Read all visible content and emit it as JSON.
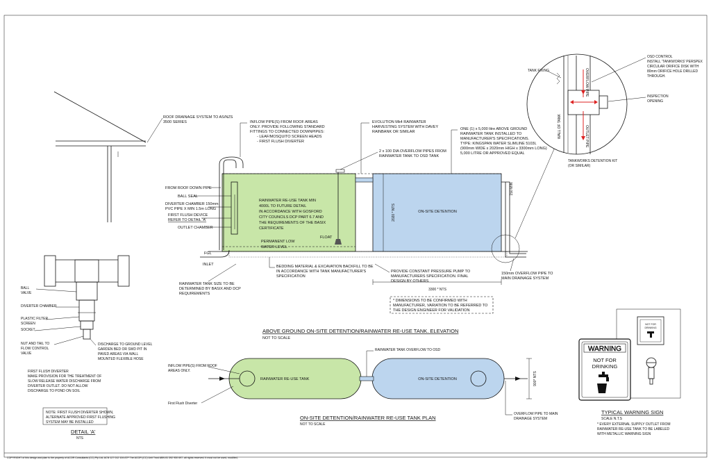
{
  "notes": {
    "roof_drainage": [
      "ROOF DRAINAGE SYSTEM TO AS/NZS",
      "3500 SERIES"
    ],
    "inflow_pipes": [
      "INFLOW PIPE(S) FROM ROOF AREAS",
      "ONLY. PROVIDE FOLLOWING STANDARD",
      "FITTINGS TO CONNECTED DOWNPIPES:",
      "-    LEAF/MOSQUITO SCREEN HEADS",
      "-    FIRST FLUSH DIVERTER"
    ],
    "evolution": [
      "EVOLUTION Mk4 RAINWATER",
      "HARVESTING SYSTEM WITH DAVEY",
      "RAINBANK OR SIMILAR"
    ],
    "overflow_pipes": [
      "2 x 100 DIA OVERFLOW PIPES FROM",
      "RAINWATER TANK TO OSD TANK"
    ],
    "tank_spec": [
      "ONE (1) x 5,000 litre ABOVE GROUND",
      "RAINWATER TANK INSTALLED TO",
      "MANUFACTURER'S SPECIFICATIONS.",
      "TYPE: KINGSPAN WATER SLIMLINE 5103L",
      "(900mm WIDE x 2020mm HIGH x 3300mm LONG)",
      "5,000 LITRE OR APPROVED EQUAL"
    ],
    "osd_control": [
      "OSD CONTROL",
      "INSTALL 'TANKWORKS' PERSPEX",
      "CIRCULAR ORIFICE DISK WITH",
      "80mm ORIFICE HOLE DRILLED",
      "THROUGH."
    ],
    "tank_fixing": "TANK FIXING",
    "overflow_pipe_detail": "OVERFLOW PIPE",
    "wall_of_tank": "WALL OF TANK",
    "outlet_pipe": "OUTLET PIPE",
    "inspection_opening": [
      "INSPECTION",
      "OPENING"
    ],
    "tankworks_kit": [
      "TANKWORKS DETENTION KIT",
      "(OR SIMILAR)"
    ],
    "from_roof_downpipe": "FROM ROOF DOWN PIPE",
    "ball_seal": "BALL SEAL",
    "diverter_chamber": [
      "DIVERTER CHAMBER 150mm",
      "PVC PIPE X MIN 1.5m LONG"
    ],
    "first_flush_device": [
      "FIRST FLUSH DEVICE",
      "REFER TO DETAIL 'A'"
    ],
    "outlet_chamber": "OUTLET CHAMBER",
    "fgl": "FGL",
    "inlet": "INLET",
    "reuse_tank_text": [
      "RAINWATER RE-USE TANK MIN",
      "4000L TO FUTURE DETAIL",
      "IN ACCORDANCE WITH GOSFORD",
      "CITY COUNCILS DCP PART 6.7 AND",
      "THE REQUIREMENTS OF THE BASIX",
      "CERTIFICATE"
    ],
    "permanent_low": [
      "PERMANENT LOW",
      "WATER LEVEL"
    ],
    "float": "FLOAT",
    "onsite_detention": "ON-SITE DETENTION",
    "height_dim": "2020 * NTS",
    "right_dim": "150 MIN",
    "length_dim": "3300 * NTS",
    "bedding": [
      "BEDDING MATERIAL & EXCAVATION BACKFILL TO BE",
      "IN ACCORDANCE WITH TANK MANUFACTURER'S",
      "SPECIFICATION"
    ],
    "pressure_pump": [
      "PROVIDE CONSTANT PRESSURE PUMP TO",
      "MANUFACTURERS SPECIFICATION. FINAL",
      "DESIGN BY OTHERS"
    ],
    "overflow_main_elev": [
      "150mm OVERFLOW PIPE TO",
      "MAIN DRAINAGE SYSTEM"
    ],
    "tank_size": [
      "RAINWATER TANK SIZE TO BE",
      "DETERMINED BY BASIX AND DCP",
      "REQUIREMENTS"
    ],
    "dimensions_note": [
      "* DIMENSIONS TO BE CONFIRMED WITH",
      "MANUFACTURER, VARIATION TO BE REFERRED TO",
      "THE DESIGN ENGINEER FOR VALIDATION"
    ],
    "ball_valve": [
      "BALL",
      "VALVE"
    ],
    "diverter_chamber_a": "DIVERTER CHAMBER",
    "plastic_filter": [
      "PLASTIC FILTER",
      "SCREEN"
    ],
    "socket": "SOCKET",
    "nut_tail": [
      "NUT AND TAIL TO",
      "FLOW CONTROL",
      "VALVE"
    ],
    "discharge": [
      "DISCHARGE TO GROUND LEVEL",
      "GARDEN BED OR SWD PIT IN",
      "PAVED AREAS VIA WALL",
      "MOUNTED FLEXIBLE HOSE"
    ],
    "first_flush_diverter_note": [
      "FIRST FLUSH DIVERTER",
      "MAKE PROVISION FOR THE TREATMENT OF",
      "SLOW RELEASE WATER DISCHARGE FROM",
      "DIVERTER OUTLET. DO NOT ALLOW",
      "DISCHARGE TO POND ON SOIL"
    ],
    "note_box": [
      "NOTE: FIRST FLUSH DIVERTER SHOWN,",
      "ALTERNATE APPROVED FIRST FLUSHING",
      "SYSTEM MAY BE INSTALLED"
    ],
    "inflow_plan": [
      "INFLOW PIPE(S) FROM ROOF",
      "AREAS ONLY."
    ],
    "first_flush_plan": "First Flush Diverter",
    "reuse_tank_plan": "RAINWATER RE-USE TANK",
    "overflow_to_osd": "RAINWATER TANK OVERFLOW TO OSD",
    "plan_dim": "900* NTS",
    "overflow_main_plan": [
      "OVERFLOW PIPE TO MAIN",
      "DRAINAGE SYSTEM"
    ],
    "warning_title": "WARNING",
    "not_for_drinking": [
      "NOT FOR",
      "DRINKING"
    ],
    "sign_small_text": [
      "NOT FOR",
      "DRINKING"
    ],
    "warning_sign_note": [
      "* EVERY EXTERNAL SUPPLY OUTLET FROM",
      "RAINWATER RE-USE TANK TO BE LABELED",
      "WITH METALLIC WARNING SIGN"
    ]
  },
  "titles": {
    "elevation": "ABOVE GROUND ON-SITE DETENTION/RAINWATER RE-USE TANK. ELEVATION",
    "elevation_scale": "NOT TO SCALE",
    "plan": "ON-SITE DETENTION/RAINWATER RE-USE TANK PLAN",
    "plan_scale": "NOT TO SCALE",
    "detail_a": "DETAIL 'A'",
    "detail_a_scale": "NTS",
    "warning_sign": "TYPICAL WARNING SIGN",
    "warning_scale": "SCALE N.T.S"
  },
  "footer": "COPYRIGHT of this design and plan is the property of ACOR Consultants (CC) Pty Ltd, ACN 127 012 104 ATF The ACOR (CC) Unit Trust ABN 81 392 950 697, all rights reserved. It must not be used, modified,",
  "colors": {
    "reuse_tank": "#c8e6a8",
    "osd_tank": "#bcd5ee",
    "line": "#111111"
  }
}
